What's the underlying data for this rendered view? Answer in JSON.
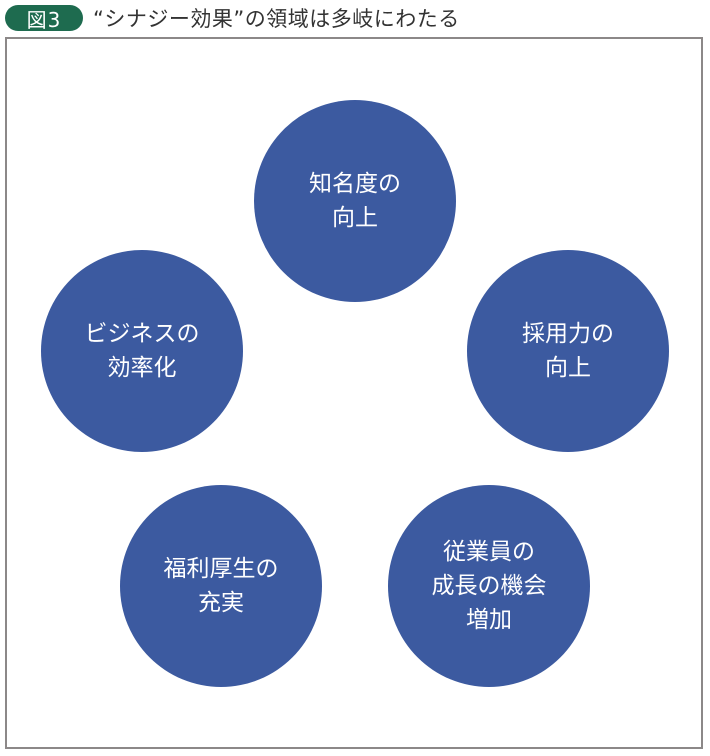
{
  "header": {
    "badge": "図3",
    "title": "“シナジー効果”の領域は多岐にわたる"
  },
  "colors": {
    "badge_bg": "#1e6b4f",
    "circle_fill": "#3c5aa0",
    "circle_text": "#ffffff",
    "frame_border": "#8c8888"
  },
  "circles": [
    {
      "position": "top",
      "lines": [
        "知名度の",
        "向上"
      ]
    },
    {
      "position": "left",
      "lines": [
        "ビジネスの",
        "効率化"
      ]
    },
    {
      "position": "right",
      "lines": [
        "採用力の",
        "向上"
      ]
    },
    {
      "position": "bottom-left",
      "lines": [
        "福利厚生の",
        "充実"
      ]
    },
    {
      "position": "bottom-right",
      "lines": [
        "従業員の",
        "成長の機会",
        "増加"
      ]
    }
  ]
}
